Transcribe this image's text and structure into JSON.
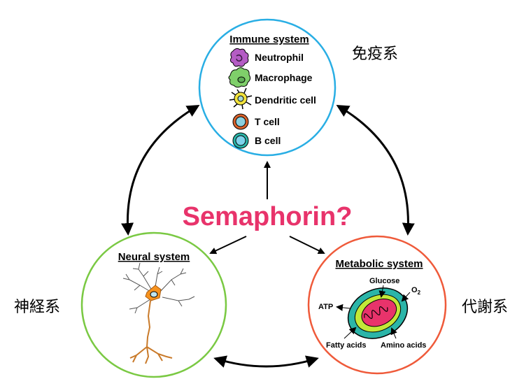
{
  "center_label": "Semaphorin?",
  "immune": {
    "title": "Immune system",
    "jp_label": "免疫系",
    "items": [
      "Neutrophil",
      "Macrophage",
      "Dendritic cell",
      "T cell",
      "B cell"
    ]
  },
  "neural": {
    "title": "Neural system",
    "jp_label": "神経系"
  },
  "metabolic": {
    "title": "Metabolic system",
    "jp_label": "代謝系",
    "glucose": "Glucose",
    "o2": "O",
    "o2_sub": "2",
    "atp": "ATP",
    "fatty_acids": "Fatty acids",
    "amino_acids": "Amino acids"
  },
  "colors": {
    "immune_circle": "#29aee4",
    "neural_circle": "#7ac943",
    "metabolic_circle": "#ef5a3a",
    "center_text": "#e8336b",
    "neuron": "#f7931e",
    "neutrophil": "#b45cc4",
    "macrophage": "#7fcf6a",
    "dendritic": "#f2e33c",
    "t_cell": "#d9622b",
    "b_cell": "#2bb5a8"
  }
}
